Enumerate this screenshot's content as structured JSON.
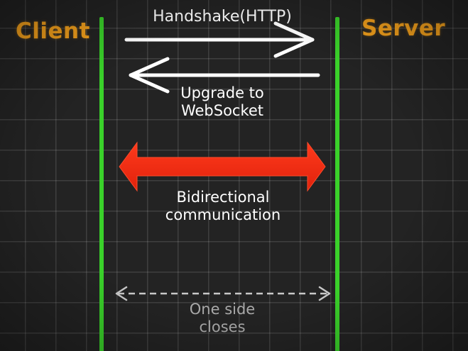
{
  "participants": {
    "client": "Client",
    "server": "Server"
  },
  "messages": {
    "handshake": "Handshake(HTTP)",
    "upgrade": [
      "Upgrade to",
      "WebSocket"
    ],
    "bidirectional": [
      "Bidirectional",
      "communication"
    ],
    "close": [
      "One side",
      "closes"
    ]
  },
  "colors": {
    "background": "#232323",
    "lifeline": "#3ad12a",
    "participant_label": "#f6a21c",
    "arrow_white": "#ffffff",
    "arrow_red": "#ef2c12",
    "dashed_arrow": "#c8c8c8"
  }
}
